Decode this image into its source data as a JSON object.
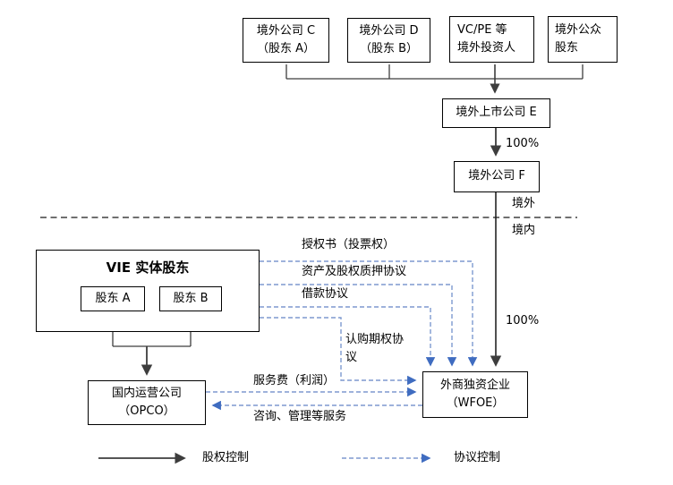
{
  "nodes": {
    "offshore_company_c": {
      "line1": "境外公司 C",
      "line2": "（股东 A）"
    },
    "offshore_company_d": {
      "line1": "境外公司 D",
      "line2": "（股东 B）"
    },
    "vc_pe_investors": {
      "line1": "VC/PE 等",
      "line2": "境外投资人"
    },
    "offshore_public_shareholders": {
      "line1": "境外公众",
      "line2": "股东"
    },
    "offshore_listed_company_e": {
      "label": "境外上市公司 E"
    },
    "offshore_company_f": {
      "label": "境外公司 F"
    },
    "vie_entity_shareholders": {
      "title": "VIE 实体股东",
      "shareholder_a": "股东 A",
      "shareholder_b": "股东 B"
    },
    "domestic_operating_company": {
      "line1": "国内运营公司",
      "line2": "（OPCO）"
    },
    "wfoe": {
      "line1": "外商独资企业",
      "line2": "（WFOE）"
    }
  },
  "edge_labels": {
    "e_to_f_percent": "100%",
    "f_to_wfoe_percent": "100%",
    "offshore": "境外",
    "onshore": "境内",
    "power_of_attorney": "授权书（投票权）",
    "asset_equity_pledge": "资产及股权质押协议",
    "loan_agreement": "借款协议",
    "call_option_agreement": "认购期权协议",
    "service_fee": "服务费（利润）",
    "consulting_services": "咨询、管理等服务"
  },
  "legend": {
    "equity_control": "股权控制",
    "contract_control": "协议控制"
  },
  "colors": {
    "box_border": "#000000",
    "solid_arrow": "#3d3d3d",
    "dashed_line": "#7e99cf",
    "dashed_arrowhead": "#3f6cc0",
    "boundary_dash": "#1a1a1a",
    "background": "#ffffff",
    "text": "#000000"
  }
}
